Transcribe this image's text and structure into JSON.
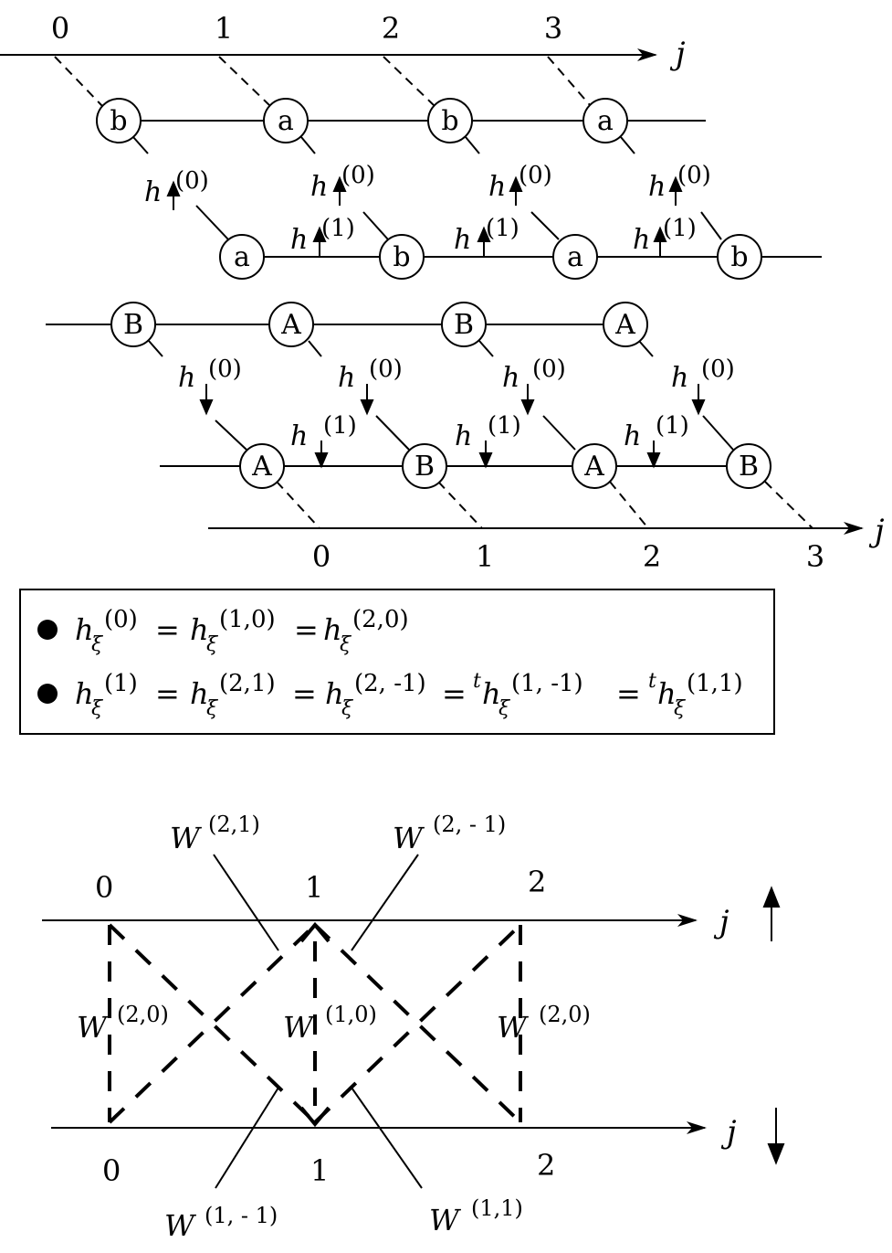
{
  "top": {
    "axis_label": "j",
    "top_ticks": [
      "0",
      "1",
      "2",
      "3"
    ],
    "bottom_ticks": [
      "0",
      "1",
      "2",
      "3"
    ],
    "row1_nodes": [
      "b",
      "a",
      "b",
      "a"
    ],
    "row2_nodes": [
      "a",
      "b",
      "a",
      "b"
    ],
    "row3_nodes": [
      "B",
      "A",
      "B",
      "A"
    ],
    "row4_nodes": [
      "A",
      "B",
      "A",
      "B"
    ],
    "h_symbol": "h",
    "sup0": "(0)",
    "sup1": "(1)"
  },
  "legend": {
    "line1": {
      "h": "h",
      "xi": "ξ",
      "lhs_sup": "(0)",
      "eq": "=",
      "mid_sup": "(1,0)",
      "rhs_sup": "(2,0)"
    },
    "line2": {
      "h": "h",
      "xi": "ξ",
      "t": "t",
      "eq": "=",
      "sup_a": "(1)",
      "sup_b": "(2,1)",
      "sup_c": "(2, -1)",
      "sup_d": "(1, -1)",
      "sup_e": "(1,1)"
    }
  },
  "bottom": {
    "axis_label": "j",
    "upper_ticks": [
      "0",
      "1",
      "2"
    ],
    "lower_ticks": [
      "0",
      "1",
      "2"
    ],
    "up_arrow": "↑",
    "down_arrow": "↓",
    "W": "W",
    "w21": "(2,1)",
    "w2m1": "(2, - 1)",
    "w20": "(2,0)",
    "w10": "(1,0)",
    "w1m1": "(1, - 1)",
    "w11": "(1,1)"
  }
}
